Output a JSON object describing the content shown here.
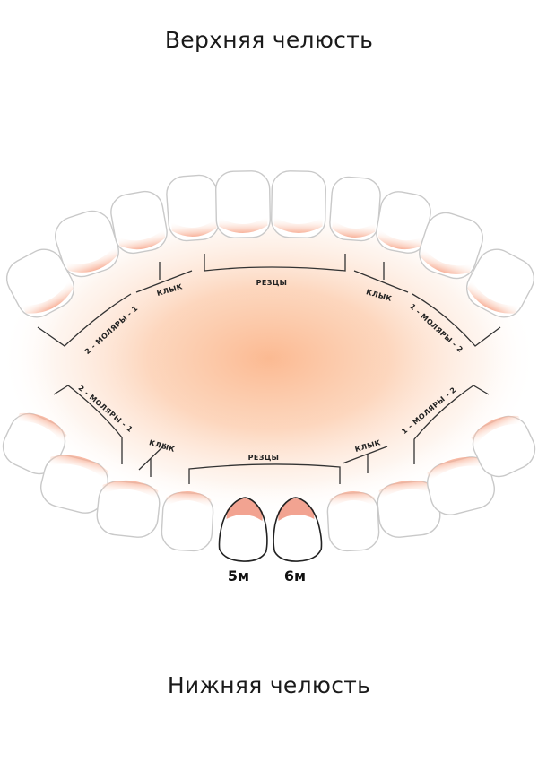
{
  "upper_title": "Верхняя челюсть",
  "lower_title": "Нижняя челюсть",
  "labels": {
    "upper_incisors": "РЕЗЦЫ",
    "upper_canine_left": "КЛЫК",
    "upper_canine_right": "КЛЫК",
    "upper_molars_left": "2 - МОЛЯРЫ - 1",
    "upper_molars_right": "1 - МОЛЯРЫ - 2",
    "lower_incisors": "РЕЗЦЫ",
    "lower_canine_left": "КЛЫК",
    "lower_canine_right": "КЛЫК",
    "lower_molars_left": "2 - МОЛЯРЫ - 1",
    "lower_molars_right": "1 - МОЛЯРЫ - 2"
  },
  "highlighted": {
    "tooth_5m": "5м",
    "tooth_6m": "6м"
  },
  "colors": {
    "gum_glow": "#fbb68c",
    "gum_tint": "#f7a58a",
    "outline": "#c9c9c9",
    "highlight_outline": "#222222"
  }
}
